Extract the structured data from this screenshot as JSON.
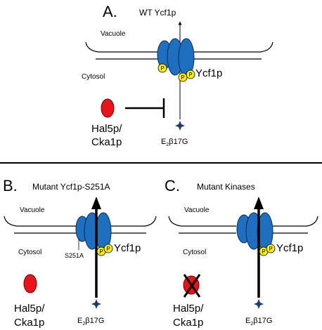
{
  "colors": {
    "membrane_protein": "#1f6fc0",
    "phospho": "#ffef00",
    "kinase": "#e8141b",
    "line": "#000000",
    "substrate": "#1a3a6b"
  },
  "panel_a": {
    "label": "A.",
    "title": "WT Ycf1p",
    "vacuole": "Vacuole",
    "cytosol": "Cytosol",
    "protein": "Ycf1p",
    "phospho_mark": "P",
    "kinase_line1": "Hal5p/",
    "kinase_line2": "Cka1p",
    "substrate_prefix": "E",
    "substrate_sub": "2",
    "substrate_suffix": "β17G",
    "interaction": "inhibition"
  },
  "panel_b": {
    "label": "B.",
    "title": "Mutant Ycf1p-S251A",
    "vacuole": "Vacuole",
    "cytosol": "Cytosol",
    "mutation_site": "S251A",
    "protein": "Ycf1p",
    "phospho_mark": "P",
    "kinase_line1": "Hal5p/",
    "kinase_line2": "Cka1p",
    "substrate_prefix": "E",
    "substrate_sub": "2",
    "substrate_suffix": "β17G",
    "interaction": "none"
  },
  "panel_c": {
    "label": "C.",
    "title": "Mutant Kinases",
    "vacuole": "Vacuole",
    "cytosol": "Cytosol",
    "protein": "Ycf1p",
    "phospho_mark": "P",
    "kinase_line1": "Hal5p/",
    "kinase_line2": "Cka1p",
    "substrate_prefix": "E",
    "substrate_sub": "2",
    "substrate_suffix": "β17G",
    "kinase_state": "inactivated"
  },
  "icons": [
    "star-icon",
    "cross-icon",
    "inhibition-bar-icon"
  ]
}
